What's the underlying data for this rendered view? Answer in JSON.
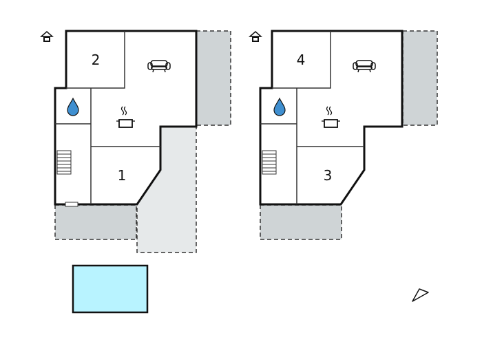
{
  "colors": {
    "wall": "#111111",
    "terrace": "#cfd4d6",
    "terrace_light": "#e6e9ea",
    "pool": "#b8f3ff",
    "icon": "#111111",
    "water_drop": "#3f8fd0"
  },
  "units": [
    {
      "rooms": {
        "bedroom_top": "2",
        "bedroom_bottom": "1"
      },
      "icons": [
        "house-entrance-icon",
        "sofa-icon",
        "cooking-pot-icon",
        "water-drop-icon",
        "stairs-icon"
      ]
    },
    {
      "rooms": {
        "bedroom_top": "4",
        "bedroom_bottom": "3"
      },
      "icons": [
        "house-entrance-icon",
        "sofa-icon",
        "cooking-pot-icon",
        "water-drop-icon",
        "stairs-icon"
      ]
    }
  ],
  "features": [
    "swimming-pool",
    "compass-north-arrow"
  ]
}
